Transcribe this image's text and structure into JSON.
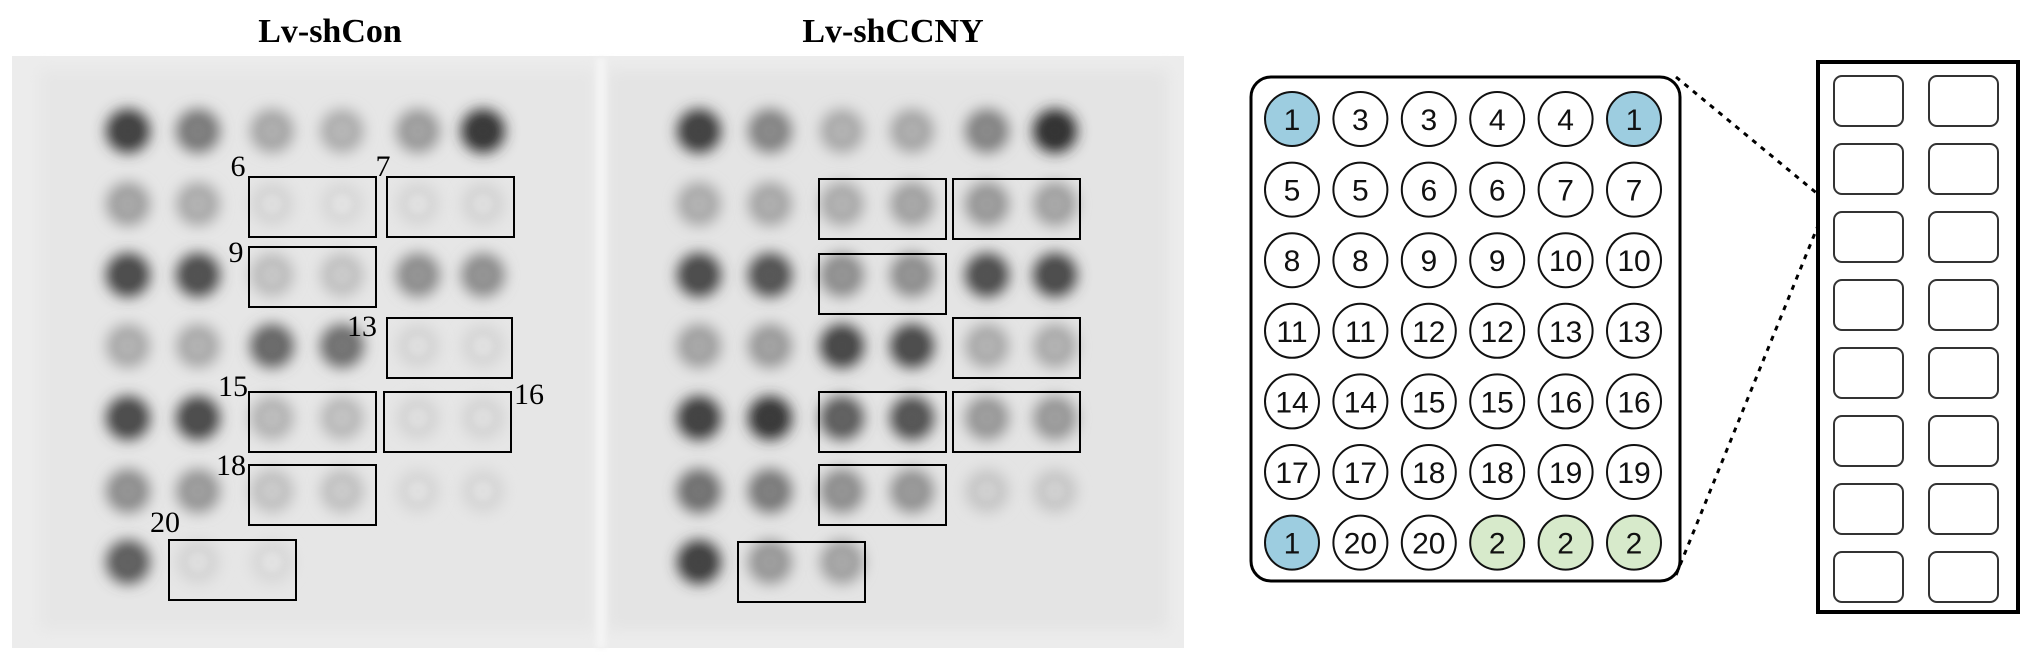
{
  "titles": {
    "left": "Lv-shCon",
    "right": "Lv-shCCNY"
  },
  "blot_labels": [
    "6",
    "7",
    "9",
    "13",
    "15",
    "16",
    "18",
    "20"
  ],
  "array_grid": [
    [
      "1",
      "3",
      "3",
      "4",
      "4",
      "1"
    ],
    [
      "5",
      "5",
      "6",
      "6",
      "7",
      "7"
    ],
    [
      "8",
      "8",
      "9",
      "9",
      "10",
      "10"
    ],
    [
      "11",
      "11",
      "12",
      "12",
      "13",
      "13"
    ],
    [
      "14",
      "14",
      "15",
      "15",
      "16",
      "16"
    ],
    [
      "17",
      "17",
      "18",
      "18",
      "19",
      "19"
    ],
    [
      "1",
      "20",
      "20",
      "2",
      "2",
      "2"
    ]
  ],
  "colors": {
    "blue": "#9dcde0",
    "green": "#d7eacb",
    "white": "#ffffff"
  },
  "highlight": {
    "blue_cells": [
      [
        0,
        0
      ],
      [
        0,
        5
      ],
      [
        6,
        0
      ]
    ],
    "green_cells": [
      [
        6,
        3
      ],
      [
        6,
        4
      ],
      [
        6,
        5
      ]
    ]
  },
  "dot_intensity": {
    "left": [
      [
        0.85,
        0.55,
        0.32,
        0.28,
        0.38,
        0.9
      ],
      [
        0.35,
        0.3,
        0.08,
        0.06,
        0.07,
        0.08
      ],
      [
        0.8,
        0.78,
        0.2,
        0.18,
        0.45,
        0.45
      ],
      [
        0.3,
        0.3,
        0.65,
        0.6,
        0.08,
        0.07
      ],
      [
        0.8,
        0.8,
        0.25,
        0.22,
        0.08,
        0.08
      ],
      [
        0.45,
        0.4,
        0.18,
        0.18,
        0.07,
        0.07
      ],
      [
        0.7,
        0.08,
        0.06,
        null,
        null,
        null
      ]
    ],
    "right": [
      [
        0.85,
        0.5,
        0.3,
        0.32,
        0.5,
        0.92
      ],
      [
        0.3,
        0.32,
        0.3,
        0.35,
        0.4,
        0.35
      ],
      [
        0.8,
        0.75,
        0.45,
        0.45,
        0.78,
        0.8
      ],
      [
        0.35,
        0.38,
        0.82,
        0.8,
        0.3,
        0.3
      ],
      [
        0.85,
        0.9,
        0.7,
        0.75,
        0.4,
        0.4
      ],
      [
        0.6,
        0.55,
        0.45,
        0.42,
        0.15,
        0.15
      ],
      [
        0.85,
        0.4,
        0.35,
        null,
        null,
        null
      ]
    ]
  }
}
